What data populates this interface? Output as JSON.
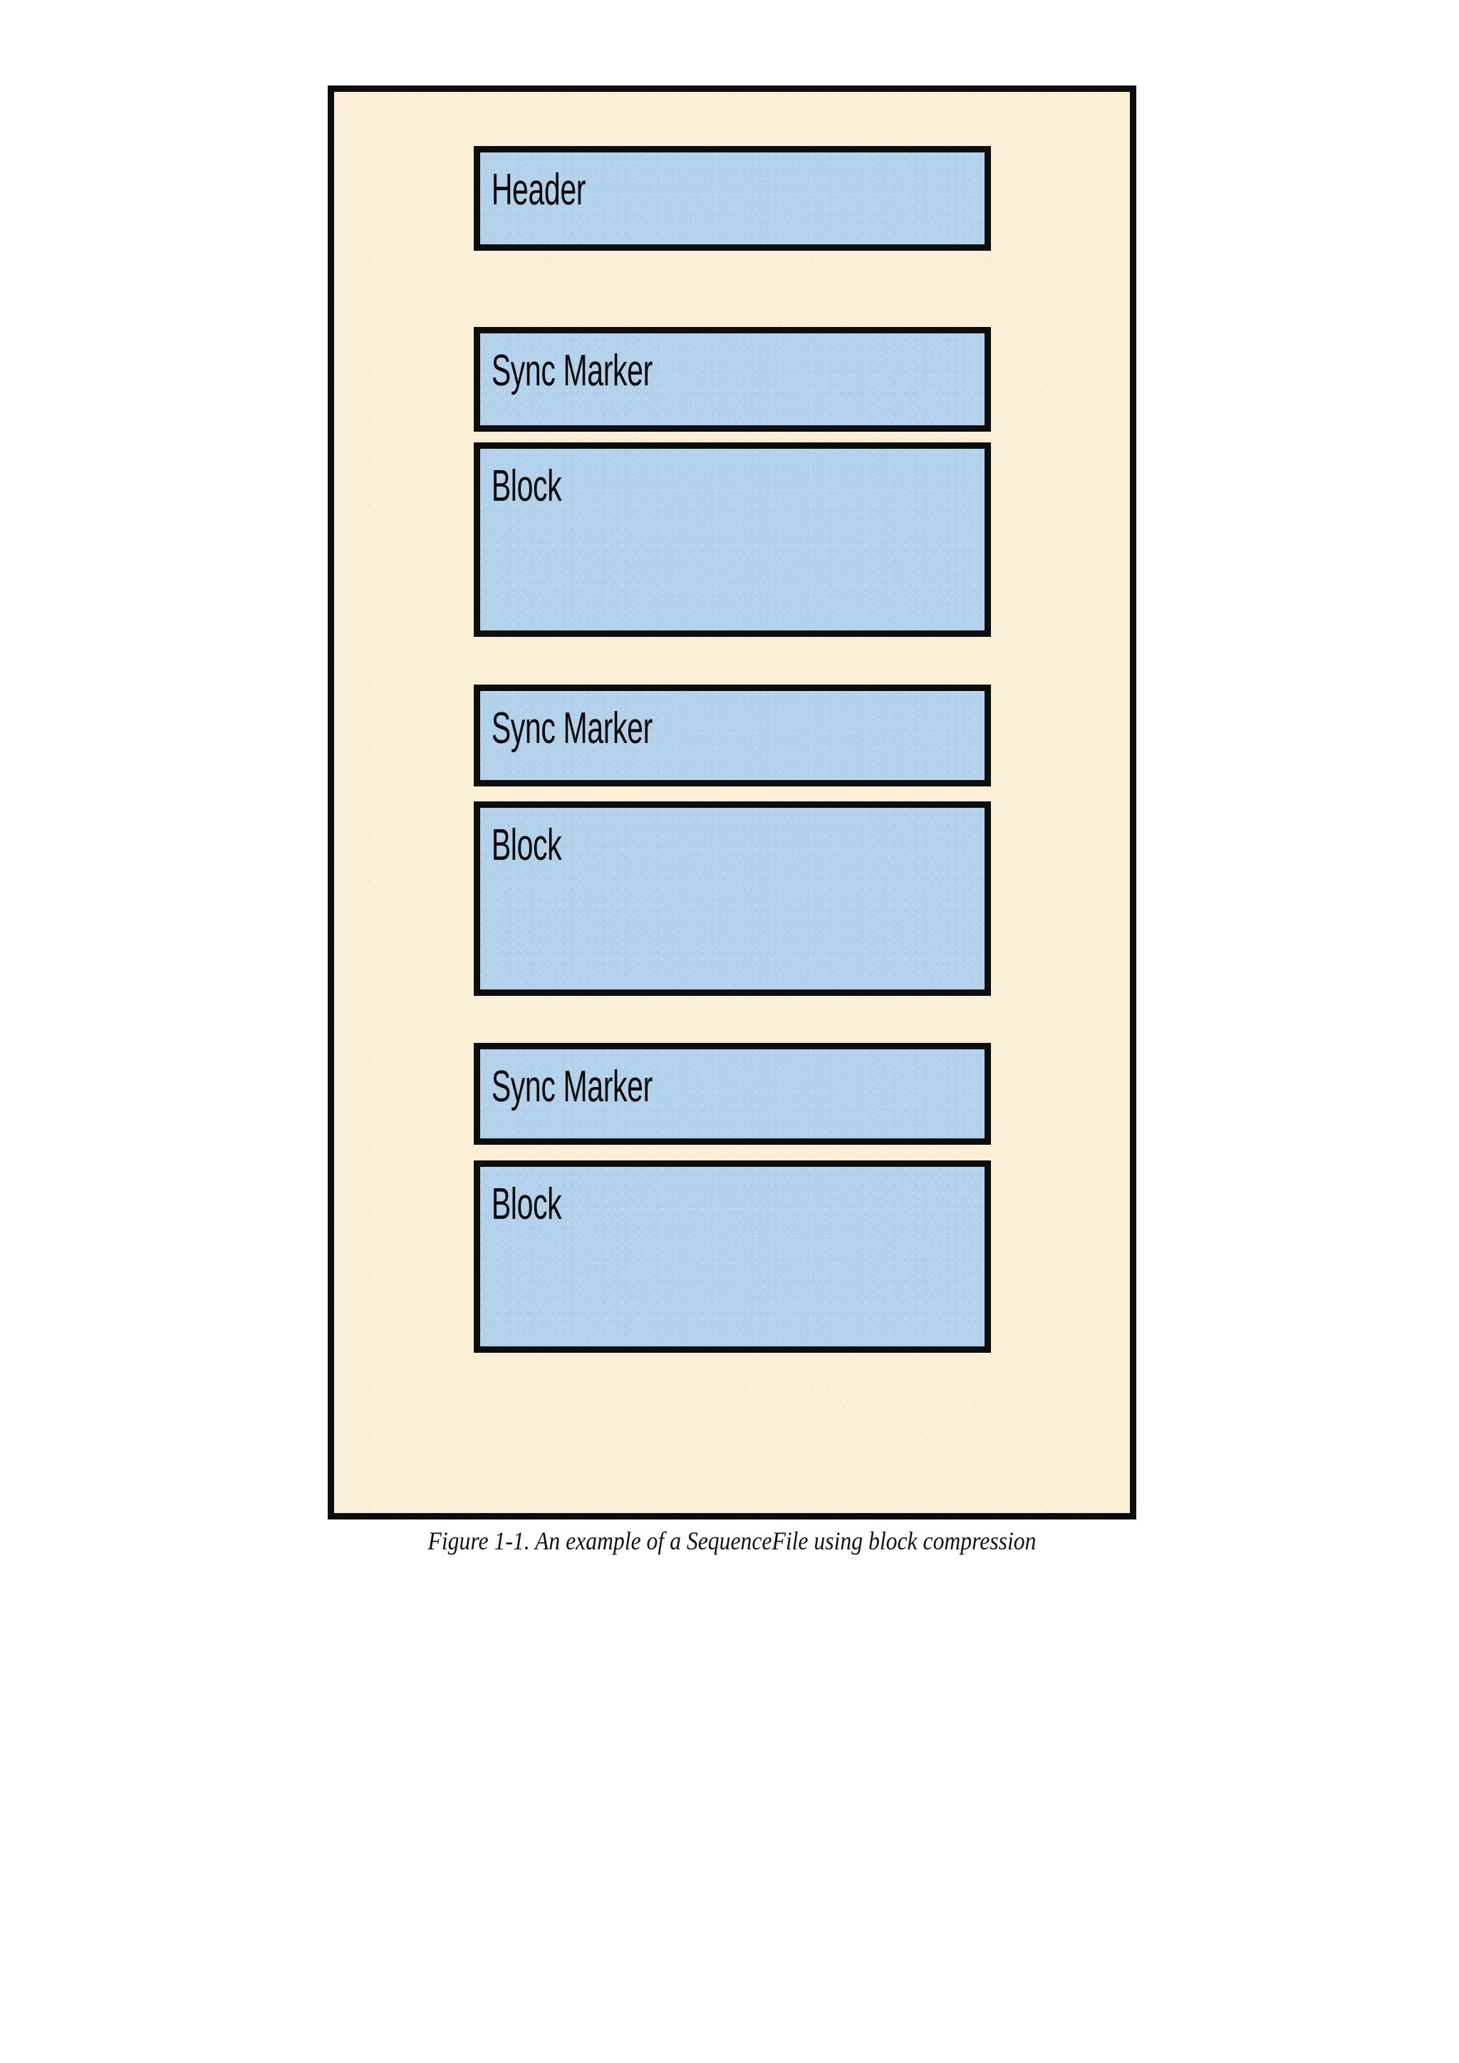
{
  "figure": {
    "frame": {
      "background_color": "#fbefd8",
      "border_color": "#0d0d0d"
    },
    "box_style": {
      "fill_color": "#b3d1ea",
      "border_color": "#0d0d0d",
      "text_color": "#0a0a0a"
    },
    "boxes": [
      {
        "id": "header",
        "label": "Header"
      },
      {
        "id": "sync-1",
        "label": "Sync Marker"
      },
      {
        "id": "block-1",
        "label": "Block"
      },
      {
        "id": "sync-2",
        "label": "Sync Marker"
      },
      {
        "id": "block-2",
        "label": "Block"
      },
      {
        "id": "sync-3",
        "label": "Sync Marker"
      },
      {
        "id": "block-3",
        "label": "Block"
      }
    ],
    "caption": "Figure 1-1. An example of a SequenceFile using block compression"
  }
}
